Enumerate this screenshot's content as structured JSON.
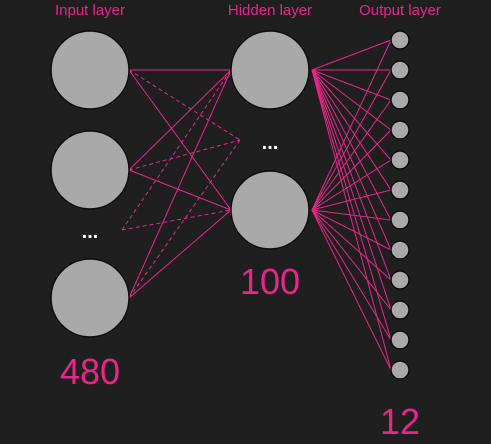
{
  "colors": {
    "background": "#1f1f1f",
    "accent": "#e8258a",
    "node_fill": "#a9a9a9",
    "node_stroke": "#0e0e0e",
    "ellipsis": "#ffffff"
  },
  "layers": {
    "input": {
      "label": "Input layer",
      "count": "480",
      "ellipsis": "..."
    },
    "hidden": {
      "label": "Hidden layer",
      "count": "100",
      "ellipsis": "..."
    },
    "output": {
      "label": "Output layer",
      "count": "12"
    }
  }
}
